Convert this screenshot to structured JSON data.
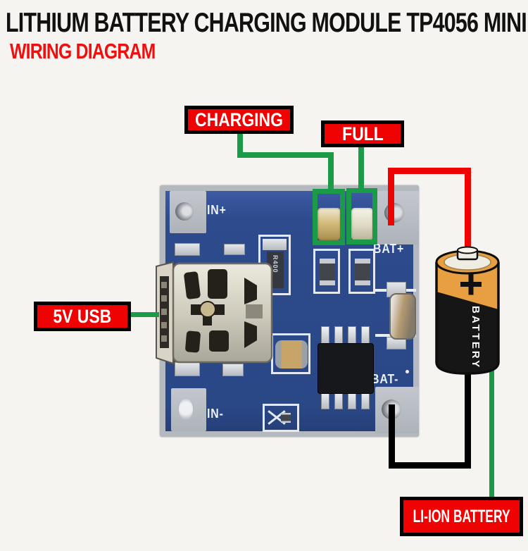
{
  "title": "LITHIUM BATTERY CHARGING MODULE TP4056 MINI",
  "subtitle": "WIRING DIAGRAM",
  "callouts": {
    "charging": "CHARGING",
    "full": "FULL",
    "usb_5v": "5V USB",
    "li_ion_battery": "LI-ION BATTERY"
  },
  "module": {
    "pin_in_plus": "IN+",
    "pin_in_minus": "IN-",
    "pin_bat_plus": "BAT+",
    "pin_bat_minus": "BAT-",
    "resistor_marking": "R400"
  },
  "battery": {
    "body_label": "BATTERY",
    "positive_terminal": "+"
  },
  "colors": {
    "callout_bg": "#ee0202",
    "callout_text": "#ffffff",
    "wire_green": "#1b9a48",
    "wire_red": "#ee0202",
    "wire_black": "#000000",
    "pcb_blue": "#2d4b8d",
    "pcb_edge_grey": "#b4b9c0",
    "battery_orange": "#e79f42",
    "battery_black": "#161616",
    "title_black": "#111111",
    "subtitle_red": "#ee0f0f"
  }
}
